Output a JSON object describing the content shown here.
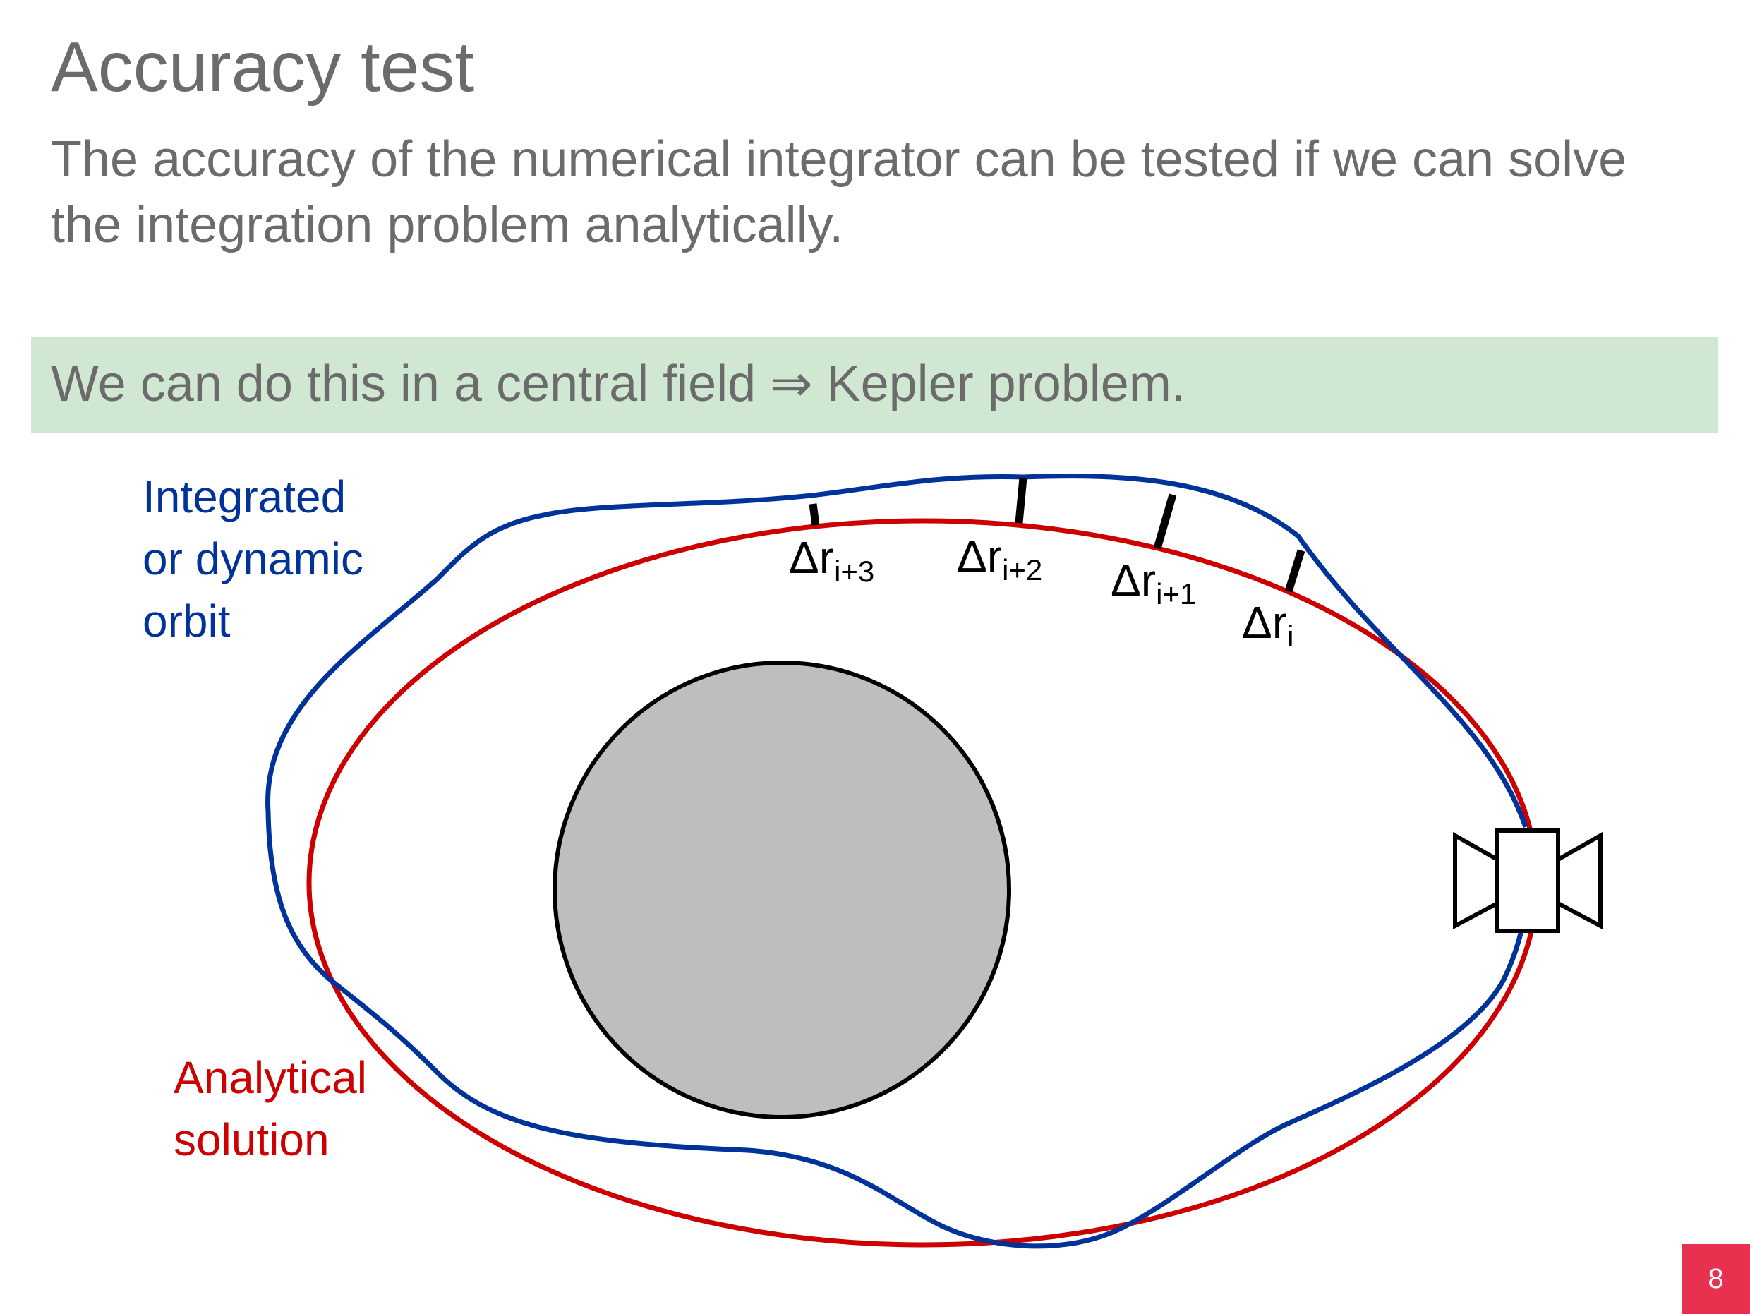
{
  "slide": {
    "title": "Accuracy test",
    "intro": "The accuracy of the numerical integrator can be tested if we can solve the integration problem analytically.",
    "highlight": "We can do this in a central field ⇒ Kepler problem.",
    "page_number": "8"
  },
  "diagram": {
    "integrated_label": [
      "Integrated",
      "or dynamic",
      "orbit"
    ],
    "analytical_label": [
      "Analytical",
      "solution"
    ],
    "deviations": [
      {
        "base": "Δr",
        "sub": "i+3"
      },
      {
        "base": "Δr",
        "sub": "i+2"
      },
      {
        "base": "Δr",
        "sub": "i+1"
      },
      {
        "base": "Δr",
        "sub": "i"
      }
    ],
    "colors": {
      "integrated_orbit": "#003399",
      "analytical_orbit": "#cc0000",
      "central_body": "#bebebe",
      "highlight": "#d0e8d2",
      "badge": "#e8304f"
    },
    "icons": [
      "central-body",
      "satellite-icon"
    ]
  }
}
